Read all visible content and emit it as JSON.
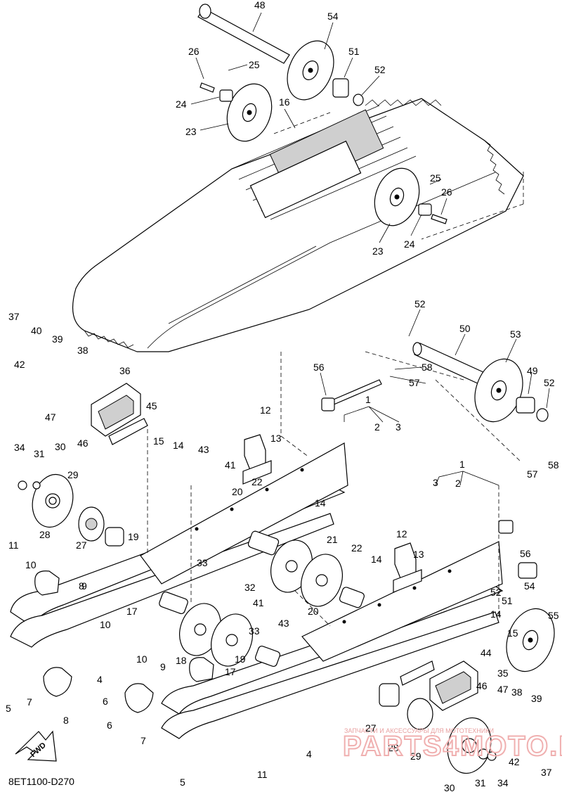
{
  "diagram": {
    "code": "8ET1100-D270",
    "fwd_label": "FWD",
    "watermark_caption": "ЗАПЧАСТИ И АКСЕССУАРЫ ДЛЯ МОТОТЕХНИКИ",
    "watermark_logo": "PARTS4MOTO.RU",
    "callouts": [
      "48",
      "54",
      "26",
      "25",
      "51",
      "52",
      "24",
      "16",
      "23",
      "25",
      "26",
      "24",
      "23",
      "37",
      "40",
      "39",
      "38",
      "42",
      "36",
      "45",
      "47",
      "46",
      "52",
      "50",
      "53",
      "49",
      "52",
      "56",
      "58",
      "57",
      "1",
      "2",
      "3",
      "12",
      "13",
      "15",
      "14",
      "43",
      "41",
      "22",
      "34",
      "31",
      "30",
      "29",
      "28",
      "27",
      "19",
      "20",
      "21",
      "14",
      "11",
      "10",
      "9",
      "10",
      "17",
      "33",
      "32",
      "18",
      "33",
      "17",
      "19",
      "22",
      "41",
      "20",
      "43",
      "12",
      "14",
      "13",
      "1",
      "3",
      "2",
      "57",
      "58",
      "56",
      "52",
      "54",
      "51",
      "55",
      "14",
      "15",
      "44",
      "35",
      "10",
      "9",
      "8",
      "6",
      "8",
      "7",
      "5",
      "7",
      "6",
      "5",
      "4",
      "4",
      "11",
      "27",
      "28",
      "29",
      "30",
      "31",
      "34",
      "46",
      "47",
      "38",
      "39",
      "42",
      "37"
    ]
  }
}
